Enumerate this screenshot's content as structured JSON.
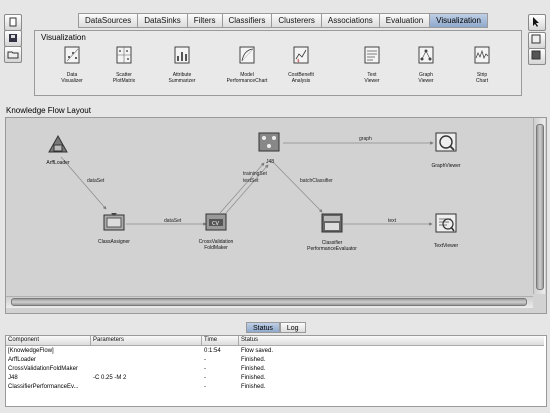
{
  "tabs": [
    {
      "label": "DataSources"
    },
    {
      "label": "DataSinks"
    },
    {
      "label": "Filters"
    },
    {
      "label": "Classifiers"
    },
    {
      "label": "Clusterers"
    },
    {
      "label": "Associations"
    },
    {
      "label": "Evaluation"
    },
    {
      "label": "Visualization"
    }
  ],
  "active_tab": "Visualization",
  "visualization_panel": {
    "title": "Visualization",
    "tools": [
      {
        "line1": "Data",
        "line2": "Visualizer",
        "icon": "data-visualizer-icon"
      },
      {
        "line1": "Scatter",
        "line2": "PlotMatrix",
        "icon": "scatter-plot-matrix-icon"
      },
      {
        "line1": "Attribute",
        "line2": "Summarizer",
        "icon": "attribute-summarizer-icon"
      },
      {
        "line1": "Model",
        "line2": "PerformanceChart",
        "icon": "model-performance-chart-icon"
      },
      {
        "line1": "CostBenefit",
        "line2": "Analysis",
        "icon": "cost-benefit-analysis-icon"
      },
      {
        "line1": "Text",
        "line2": "Viewer",
        "icon": "text-viewer-icon"
      },
      {
        "line1": "Graph",
        "line2": "Viewer",
        "icon": "graph-viewer-icon"
      },
      {
        "line1": "Strip",
        "line2": "Chart",
        "icon": "strip-chart-icon"
      }
    ]
  },
  "layout": {
    "title": "Knowledge Flow Layout",
    "nodes": {
      "arff": {
        "line1": "ArffLoader",
        "line2": ""
      },
      "classassigner": {
        "line1": "ClassAssigner",
        "line2": ""
      },
      "cv": {
        "line1": "CrossValidation",
        "line2": "FoldMaker"
      },
      "j48": {
        "line1": "J48",
        "line2": ""
      },
      "cpe": {
        "line1": "Classifier",
        "line2": "PerformanceEvaluator"
      },
      "graphviewer": {
        "line1": "GraphViewer",
        "line2": ""
      },
      "textviewer": {
        "line1": "TextViewer",
        "line2": ""
      }
    },
    "edges": {
      "dataset1": "dataSet",
      "dataset2": "dataSet",
      "trainingset": "trainingSet",
      "testset": "testSet",
      "graph": "graph",
      "batchclassifier": "batchClassifier",
      "text": "text"
    }
  },
  "status": {
    "tabs": [
      {
        "label": "Status"
      },
      {
        "label": "Log"
      }
    ],
    "active_tab": "Status",
    "columns": [
      "Component",
      "Parameters",
      "Time",
      "Status"
    ],
    "rows": [
      {
        "component": "[KnowledgeFlow]",
        "parameters": "",
        "time": "0:1:54",
        "status": "Flow saved."
      },
      {
        "component": "ArffLoader",
        "parameters": "",
        "time": "-",
        "status": "Finished."
      },
      {
        "component": "CrossValidationFoldMaker",
        "parameters": "",
        "time": "-",
        "status": "Finished."
      },
      {
        "component": "J48",
        "parameters": "-C 0.25 -M 2",
        "time": "-",
        "status": "Finished."
      },
      {
        "component": "ClassifierPerformanceEv...",
        "parameters": "",
        "time": "-",
        "status": "Finished."
      }
    ]
  }
}
